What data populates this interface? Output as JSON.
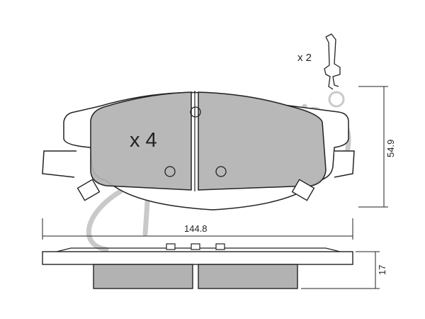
{
  "pad_quantity": "x 4",
  "clip_quantity": "x 2",
  "dimensions": {
    "width": "144.8",
    "height": "54.9",
    "thickness": "17"
  },
  "watermark_brand": "cifam",
  "colors": {
    "friction": "#b2b2b2",
    "outline": "#222222",
    "watermark": "#c9c9c9",
    "background": "#ffffff"
  }
}
